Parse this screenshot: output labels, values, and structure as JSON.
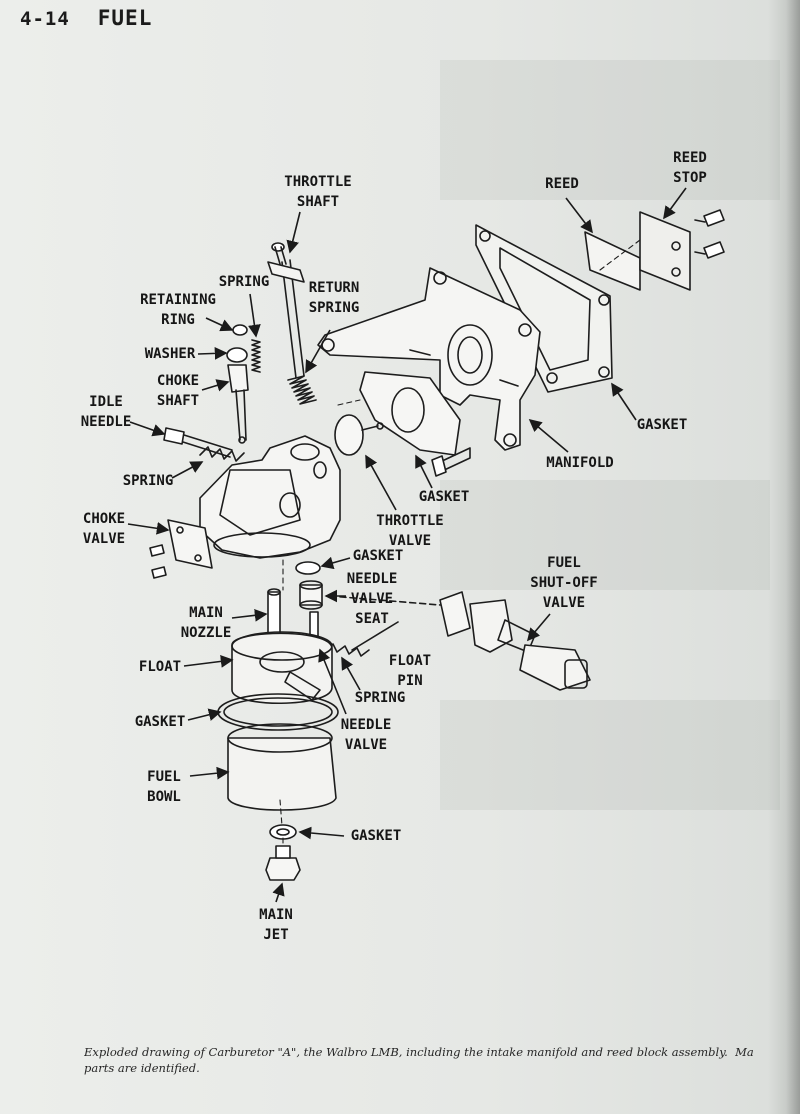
{
  "page": {
    "number": "4-14",
    "section": "FUEL"
  },
  "figure": {
    "labels": {
      "throttle_shaft": [
        "THROTTLE",
        "SHAFT"
      ],
      "reed": [
        "REED"
      ],
      "reed_stop": [
        "REED",
        "STOP"
      ],
      "spring_top": [
        "SPRING"
      ],
      "return_spring": [
        "RETURN",
        "SPRING"
      ],
      "retaining_ring": [
        "RETAINING",
        "RING"
      ],
      "washer": [
        "WASHER"
      ],
      "choke_shaft": [
        "CHOKE",
        "SHAFT"
      ],
      "idle_needle": [
        "IDLE",
        "NEEDLE"
      ],
      "gasket_right": [
        "GASKET"
      ],
      "spring_mid": [
        "SPRING"
      ],
      "manifold": [
        "MANIFOLD"
      ],
      "gasket_mid": [
        "GASKET"
      ],
      "choke_valve": [
        "CHOKE",
        "VALVE"
      ],
      "throttle_valve": [
        "THROTTLE",
        "VALVE"
      ],
      "gasket_small": [
        "GASKET"
      ],
      "needle_valve_seat": [
        "NEEDLE",
        "VALVE",
        "SEAT"
      ],
      "fuel_shutoff_valve": [
        "FUEL",
        "SHUT-OFF",
        "VALVE"
      ],
      "main_nozzle": [
        "MAIN",
        "NOZZLE"
      ],
      "float_pin": [
        "FLOAT",
        "PIN"
      ],
      "float": [
        "FLOAT"
      ],
      "spring_low": [
        "SPRING"
      ],
      "gasket_bowl": [
        "GASKET"
      ],
      "needle_valve": [
        "NEEDLE",
        "VALVE"
      ],
      "fuel_bowl": [
        "FUEL",
        "BOWL"
      ],
      "gasket_bottom": [
        "GASKET"
      ],
      "main_jet": [
        "MAIN",
        "JET"
      ]
    },
    "caption": "Exploded drawing of Carburetor \"A\", the Walbro LMB, including the intake manifold and reed block assembly.  Ma\nparts are identified."
  }
}
